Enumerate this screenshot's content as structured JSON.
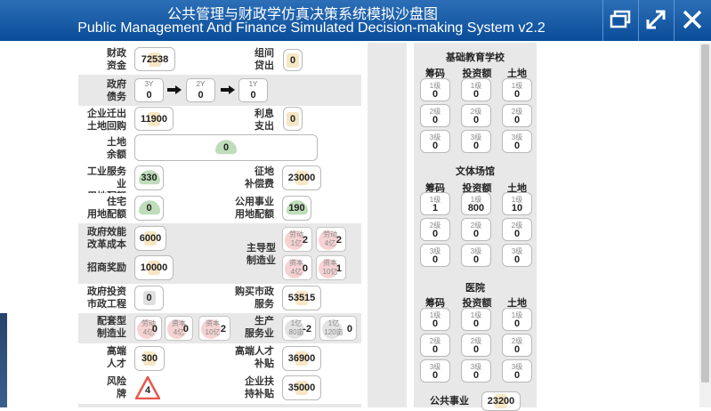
{
  "header": {
    "title_cn": "公共管理与财政学仿真决策系统模拟沙盘图",
    "title_en": "Public Management And Finance Simulated Decision-making System v2.2",
    "bg_color": "#0a4c98"
  },
  "left": {
    "finance_funds": {
      "label": "财政\n资金",
      "value": "72538"
    },
    "group_loan": {
      "label": "组间\n贷出",
      "value": "0"
    },
    "gov_debt": {
      "label": "政府\n债务",
      "y3": {
        "tag": "3Y",
        "value": "0"
      },
      "y2": {
        "tag": "2Y",
        "value": "0"
      },
      "y1": {
        "tag": "1Y",
        "value": "0"
      }
    },
    "relocation_buyback": {
      "label": "企业迁出\n土地回购",
      "value": "11900"
    },
    "interest_exp": {
      "label": "利息\n支出",
      "value": "0"
    },
    "land_remaining": {
      "label": "土地\n余额",
      "value": "0"
    },
    "industry_land": {
      "label": "工业服务业\n用地配额",
      "value": "330"
    },
    "land_comp": {
      "label": "征地\n补偿费",
      "value": "23000"
    },
    "residential_land": {
      "label": "住宅\n用地配额",
      "value": "0"
    },
    "public_land": {
      "label": "公用事业\n用地配额",
      "value": "190"
    },
    "gov_eff_cost": {
      "label": "政府效能\n改革成本",
      "value": "6000"
    },
    "investment_reward": {
      "label": "招商奖励",
      "value": "10000"
    },
    "leading_mfg": {
      "label": "主导型\n制造业",
      "tokens": [
        {
          "tag": "劳动\n1亿",
          "value": "2"
        },
        {
          "tag": "劳动\n4亿",
          "value": "2"
        },
        {
          "tag": "资本\n4亿",
          "value": "0"
        },
        {
          "tag": "资本\n10亿",
          "value": "1"
        }
      ]
    },
    "gov_muni": {
      "label": "政府投资\n市政工程",
      "value": "0"
    },
    "buy_muni": {
      "label": "购买市政\n服务",
      "value": "53515"
    },
    "support_mfg": {
      "label": "配套型\n制造业",
      "tokens": [
        {
          "tag": "劳动\n4亿",
          "value": "0"
        },
        {
          "tag": "资本\n4亿",
          "value": "0"
        },
        {
          "tag": "资本\n10亿",
          "value": "2"
        }
      ]
    },
    "prod_service": {
      "label": "生产\n服务业",
      "tokens": [
        {
          "tag": "1亿\n80亩",
          "value": "-2"
        },
        {
          "tag": "1亿\n120亩",
          "value": "0"
        }
      ]
    },
    "high_talent": {
      "label": "高端\n人才",
      "value": "300"
    },
    "talent_subsidy": {
      "label": "高端人才\n补贴",
      "value": "36900"
    },
    "risk_card": {
      "label": "风险\n牌",
      "value": "4"
    },
    "enterprise_subsidy": {
      "label": "企业扶\n持补贴",
      "value": "35000"
    }
  },
  "right": {
    "col_headers": [
      "筹码",
      "投资额",
      "土地"
    ],
    "sections": [
      {
        "title": "基础教育学校",
        "rows": [
          [
            {
              "t": "1级",
              "v": "0"
            },
            {
              "t": "1级",
              "v": "0"
            },
            {
              "t": "1级",
              "v": "0"
            }
          ],
          [
            {
              "t": "2级",
              "v": "0"
            },
            {
              "t": "2级",
              "v": "0"
            },
            {
              "t": "2级",
              "v": "0"
            }
          ],
          [
            {
              "t": "3级",
              "v": "0"
            },
            {
              "t": "3级",
              "v": "0"
            },
            {
              "t": "3级",
              "v": "0"
            }
          ]
        ]
      },
      {
        "title": "文体场馆",
        "rows": [
          [
            {
              "t": "1级",
              "v": "1"
            },
            {
              "t": "1级",
              "v": "800"
            },
            {
              "t": "1级",
              "v": "10"
            }
          ],
          [
            {
              "t": "2级",
              "v": "0"
            },
            {
              "t": "2级",
              "v": "0"
            },
            {
              "t": "2级",
              "v": "0"
            }
          ],
          [
            {
              "t": "3级",
              "v": "0"
            },
            {
              "t": "3级",
              "v": "0"
            },
            {
              "t": "3级",
              "v": "0"
            }
          ]
        ]
      },
      {
        "title": "医院",
        "rows": [
          [
            {
              "t": "1级",
              "v": "0"
            },
            {
              "t": "1级",
              "v": "0"
            },
            {
              "t": "1级",
              "v": "0"
            }
          ],
          [
            {
              "t": "2级",
              "v": "0"
            },
            {
              "t": "2级",
              "v": "0"
            },
            {
              "t": "2级",
              "v": "0"
            }
          ],
          [
            {
              "t": "3级",
              "v": "0"
            },
            {
              "t": "3级",
              "v": "0"
            },
            {
              "t": "3级",
              "v": "0"
            }
          ]
        ]
      }
    ],
    "public_util": {
      "label": "公共事业",
      "value": "23200"
    }
  }
}
